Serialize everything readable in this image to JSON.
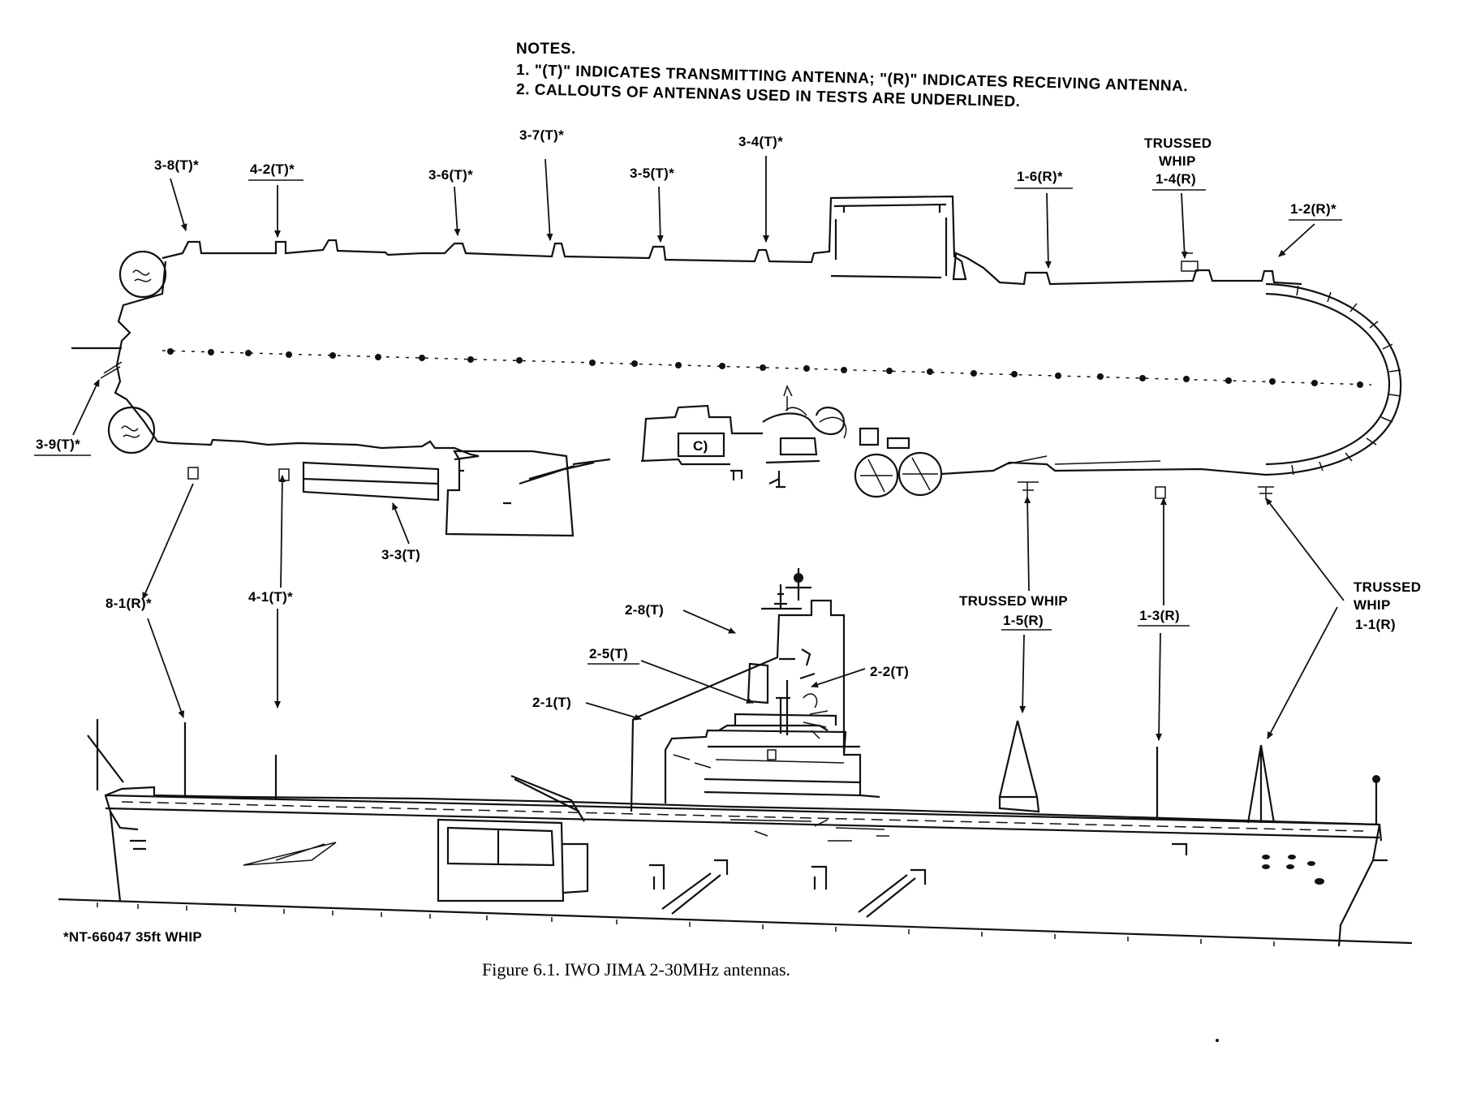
{
  "notes": {
    "title": "NOTES.",
    "items": [
      "1.  \"(T)\" INDICATES TRANSMITTING ANTENNA; \"(R)\" INDICATES RECEIVING ANTENNA.",
      "2.  CALLOUTS OF ANTENNAS USED IN TESTS ARE UNDERLINED."
    ]
  },
  "plan_view_labels": {
    "a38": "3-8(T)*",
    "a42": "4-2(T)*",
    "a36": "3-6(T)*",
    "a37": "3-7(T)*",
    "a35": "3-5(T)*",
    "a34": "3-4(T)*",
    "a16": "1-6(R)*",
    "a14_line1": "TRUSSED",
    "a14_line2": "WHIP",
    "a14_line3": "1-4(R)",
    "a12": "1-2(R)*",
    "a39": "3-9(T)*",
    "a33": "3-3(T)"
  },
  "profile_view_labels": {
    "a81": "8-1(R)*",
    "a41": "4-1(T)*",
    "a28": "2-8(T)",
    "a25": "2-5(T)",
    "a22": "2-2(T)",
    "a21": "2-1(T)",
    "a15_line1": "TRUSSED WHIP",
    "a15_line2": "1-5(R)",
    "a13": "1-3(R)",
    "a11_line1": "TRUSSED",
    "a11_line2": "WHIP",
    "a11_line3": "1-1(R)"
  },
  "footnote": "*NT-66047 35ft WHIP",
  "caption": "Figure 6.1.  IWO JIMA 2-30MHz antennas."
}
